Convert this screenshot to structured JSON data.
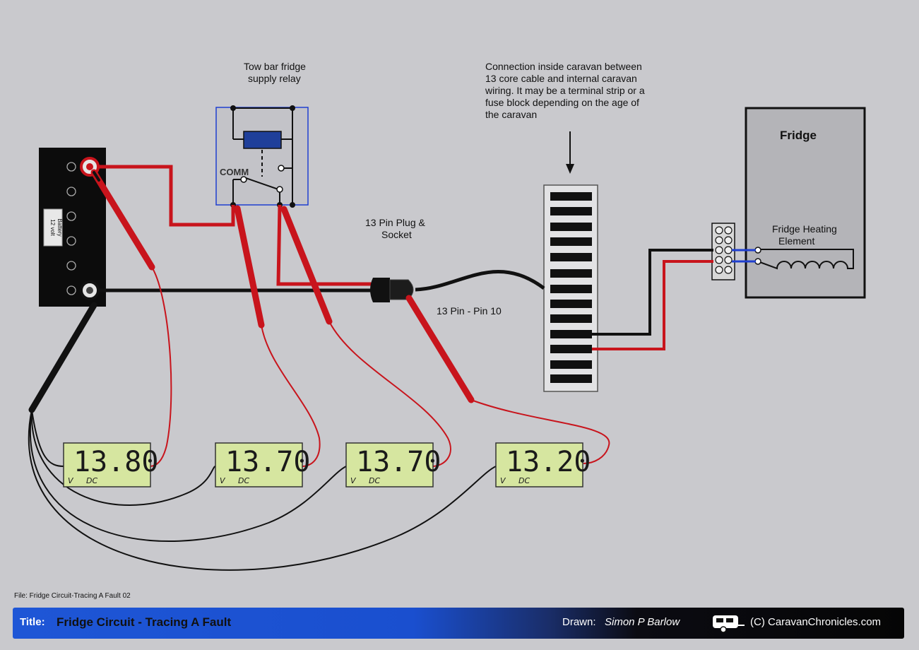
{
  "labels": {
    "relay": [
      "Tow bar fridge",
      "supply relay"
    ],
    "comm": "COMM",
    "battery": [
      "12 volt",
      "Battery"
    ],
    "connection_note": [
      "Connection inside caravan between",
      "13 core cable and internal caravan",
      "wiring. It may be a terminal strip or a",
      "fuse block depending on the age of",
      "the caravan"
    ],
    "plug_socket": [
      "13 Pin Plug &",
      "Socket"
    ],
    "pin10": "13 Pin - Pin 10",
    "fridge": "Fridge",
    "heating_element": [
      "Fridge Heating",
      "Element"
    ]
  },
  "meters": [
    {
      "reading": "13.80",
      "unit_v": "V",
      "unit_dc": "DC"
    },
    {
      "reading": "13.70",
      "unit_v": "V",
      "unit_dc": "DC"
    },
    {
      "reading": "13.70",
      "unit_v": "V",
      "unit_dc": "DC"
    },
    {
      "reading": "13.20",
      "unit_v": "V",
      "unit_dc": "DC"
    }
  ],
  "file_note": "File: Fridge Circuit-Tracing A Fault 02",
  "footer": {
    "title_label": "Title:",
    "title": "Fridge Circuit - Tracing A Fault",
    "drawn_label": "Drawn:",
    "drawn_by": "Simon P Barlow",
    "copyright": "(C) CaravanChronicles.com"
  },
  "colors": {
    "wire_red": "#c8141c",
    "wire_black": "#111111",
    "background": "#c9c9cd",
    "lcd": "#d6e6a0",
    "relay_coil": "#1f3f9a"
  }
}
